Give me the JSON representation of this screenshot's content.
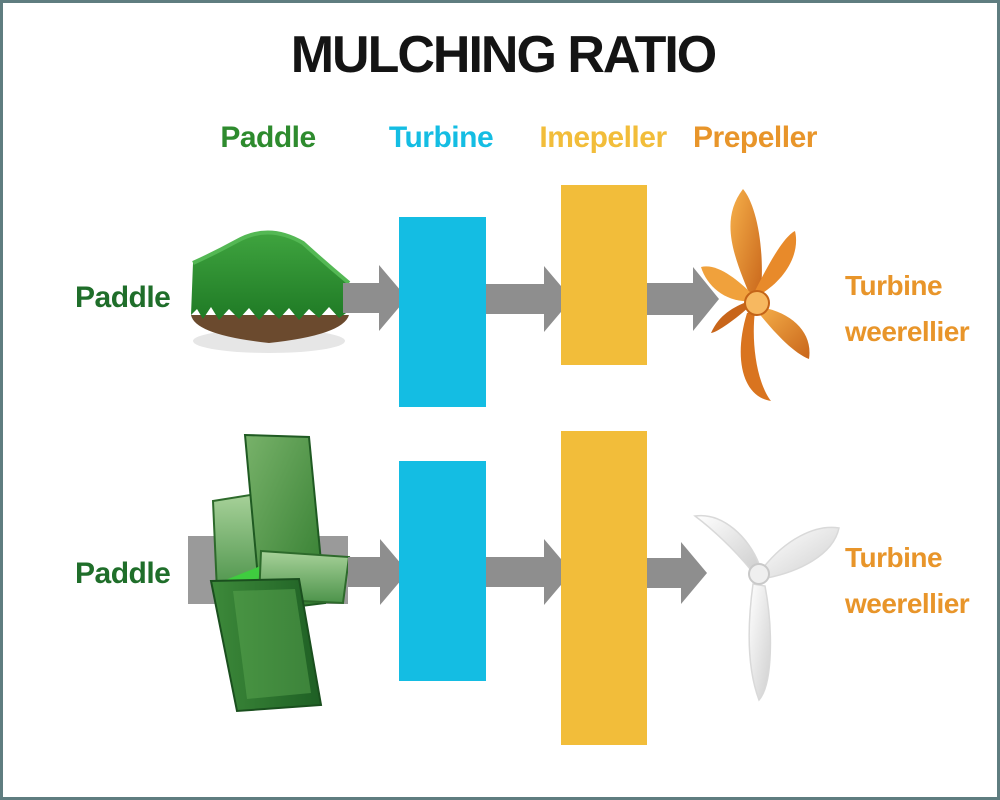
{
  "title": "MULCHING RATIO",
  "columns": [
    {
      "id": "paddle",
      "label": "Paddle"
    },
    {
      "id": "turbine",
      "label": "Turbine"
    },
    {
      "id": "impeller",
      "label": "Imepeller"
    },
    {
      "id": "propeller",
      "label": "Prepeller"
    }
  ],
  "rows": [
    {
      "label": "Paddle",
      "output_lines": [
        "Turbine",
        "weerellier"
      ]
    },
    {
      "label": "Paddle",
      "output_lines": [
        "Turbine",
        "weerellier"
      ]
    }
  ],
  "colors": {
    "green": "#2e8b2e",
    "dark_green": "#1f6e2a",
    "cyan": "#14bde3",
    "yellow": "#f2bd3a",
    "orange": "#e8952a",
    "arrow_gray": "#8e8e8e",
    "frame": "#5f7d80"
  },
  "icons": {
    "row1_start": "grass-mound-icon",
    "row1_end": "orange-propeller-icon",
    "row2_start": "green-paddle-blades-icon",
    "row2_end": "white-fan-icon"
  }
}
